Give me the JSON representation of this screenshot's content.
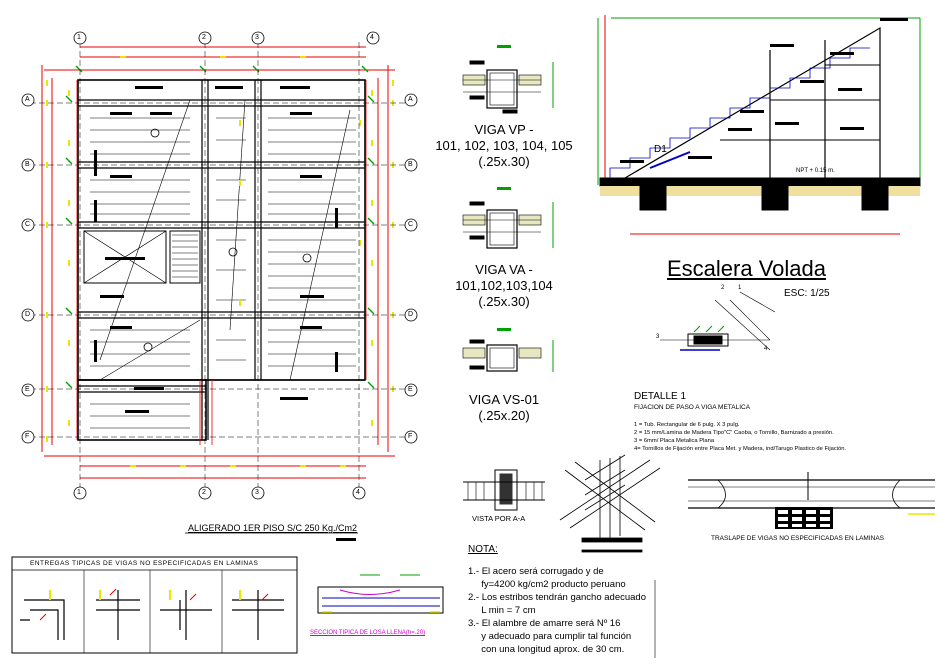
{
  "plan": {
    "title": "ALIGERADO 1ER PISO S/C 250 Kg./Cm2",
    "col_axes": [
      "1",
      "2",
      "3",
      "4"
    ],
    "row_axes": [
      "A",
      "B",
      "C",
      "D",
      "E",
      "F"
    ]
  },
  "beams": [
    {
      "name": "VIGA VP -",
      "ids": "101, 102, 103, 104, 105",
      "size": "(.25x.30)"
    },
    {
      "name": "VIGA VA -",
      "ids": "101,102,103,104",
      "size": "(.25x.30)"
    },
    {
      "name": "VIGA VS-01",
      "ids": "",
      "size": "(.25x.20)"
    }
  ],
  "stair": {
    "title": "Escalera Volada",
    "scale": "ESC: 1/25",
    "d1": "D1",
    "npt": "NPT + 0.15 m."
  },
  "detail": {
    "title": "DETALLE 1",
    "subtitle": "FIJACION DE PASO A VIGA METALICA",
    "items": [
      "1 = Tub. Rectangular de 6 pulg. X 3 pulg.",
      "2 = 15 mm/Lamina de Madera Tipo\"C\" Caoba, o Tornillo, Barnizado a presión.",
      "3 = 6mm/ Placa Metalica Plana",
      "4= Tornillos de Fijación entre Placa Met. y Madera, ind/Tarugo Plastico de Fijación."
    ],
    "labels": [
      "1",
      "2",
      "3",
      "4"
    ]
  },
  "vista": "VISTA POR A-A",
  "traslape": "TRASLAPE DE VIGAS NO ESPECIFICADAS EN LAMINAS",
  "entregas": "ENTREGAS TIPICAS DE VIGAS NO ESPECIFICADAS EN LAMINAS",
  "seccion": "SECCION TIPICA DE LOSA LLENA(h=.20)",
  "nota": {
    "title": "NOTA:",
    "lines": [
      "1.- El acero será corrugado y de",
      "     fy=4200 kg/cm2 producto peruano",
      "2.- Los estribos tendrán gancho adecuado",
      "     L min = 7 cm",
      "3.- El alambre de amarre será Nº 16",
      "     y adecuado para cumplir tal función",
      "     con una longitud aprox. de 30 cm."
    ]
  },
  "colors": {
    "line": "#000000",
    "red": "#e00000",
    "green": "#00a000",
    "yellow": "#e8e800",
    "magenta": "#d000d0",
    "blue": "#0000c0"
  }
}
